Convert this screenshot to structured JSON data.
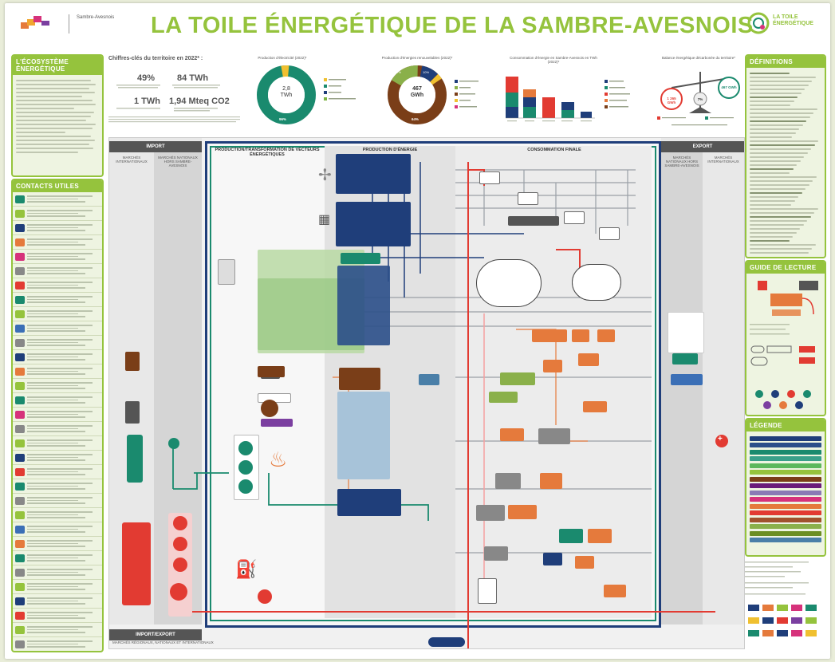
{
  "header": {
    "title": "LA TOILE ÉNERGÉTIQUE DE LA SAMBRE-AVESNOIS",
    "left_logo_text": "Sambre-Avesnois",
    "right_logo_title": "LA TOILE ÉNERGÉTIQUE"
  },
  "panels": {
    "ecosystem_title": "L'ÉCOSYSTÈME ÉNERGÉTIQUE",
    "contacts_title": "CONTACTS UTILES",
    "definitions_title": "DÉFINITIONS",
    "reading_guide_title": "GUIDE DE LECTURE",
    "legend_title": "LÉGENDE"
  },
  "key_figures": {
    "title": "Chiffres-clés du territoire en 2022* :",
    "items": [
      {
        "value": "49%"
      },
      {
        "value": "84 TWh"
      },
      {
        "value": "1 TWh"
      },
      {
        "value": "1,94 Mteq CO2"
      }
    ]
  },
  "charts": {
    "electricity": {
      "title": "Production d'électricité (2022)*",
      "center_value": "2,8",
      "center_unit": "TWh",
      "pct": "96%"
    },
    "renewables": {
      "title": "Production d'énergies renouvelables (2022)*",
      "center_value": "467",
      "center_unit": "GWh",
      "pct": "64%",
      "pct_small_a": "17%",
      "pct_small_b": "10%"
    },
    "consumption": {
      "title": "Consommation d'énergie en Sambre-Avesnois en TWh (2022)*"
    },
    "balance": {
      "title": "Balance énergétique décarbonée du territoire*",
      "left_value": "1 265 GWh",
      "right_value": "467 GWh",
      "pct": "7%"
    }
  },
  "diagram": {
    "import_header": "IMPORT",
    "export_header": "EXPORT",
    "import_export_footer": "IMPORT/EXPORT",
    "import_sub_left": "MARCHÉS INTERNATIONAUX",
    "import_sub_right": "MARCHÉS NATIONAUX HORS SAMBRE-AVESNOIS",
    "export_sub_left": "MARCHÉS NATIONAUX HORS SAMBRE-AVESNOIS",
    "export_sub_right": "MARCHÉS INTERNATIONAUX",
    "prod_transfo_header": "PRODUCTION/TRANSFORMATION DE VECTEURS ÉNERGÉTIQUES",
    "prod_energie_header": "PRODUCTION D'ÉNERGIE",
    "conso_finale_header": "CONSOMMATION FINALE",
    "footer_markets": "MARCHÉS RÉGIONAUX, NATIONAUX ET INTERNATIONAUX"
  },
  "colors": {
    "accent_green": "#95c33d",
    "dark_navy": "#1f3e7a",
    "teal": "#1a8a6e",
    "brown": "#7a3e18",
    "red": "#e23b32",
    "orange": "#e57a3c"
  }
}
